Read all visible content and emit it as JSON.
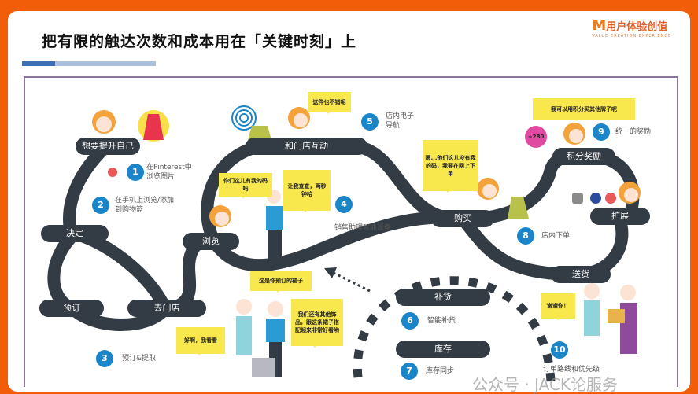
{
  "header": {
    "title": "把有限的触达次数和成本用在「关键时刻」上",
    "logo_mark": "M",
    "logo_text": "用户体验创值",
    "logo_sub": "VALUE CREATION EXPERIENCE"
  },
  "stages": {
    "improve": "想要提升自己",
    "interact": "和门店互动",
    "decide": "决定",
    "browse": "浏览",
    "reserve": "预订",
    "go_store": "去门店",
    "buy": "购买",
    "points": "积分奖励",
    "expand": "扩展",
    "deliver": "送货",
    "restock": "补货",
    "inventory": "库存"
  },
  "steps": [
    {
      "n": "1",
      "text": "在Pinterest中\n浏览图片"
    },
    {
      "n": "2",
      "text": "在手机上浏览/添加\n到购物篮"
    },
    {
      "n": "3",
      "text": "预订&提取"
    },
    {
      "n": "4",
      "text": "销售助理智能设备"
    },
    {
      "n": "5",
      "text": "店内电子\n导航"
    },
    {
      "n": "6",
      "text": "智能补货"
    },
    {
      "n": "7",
      "text": "库存同步"
    },
    {
      "n": "8",
      "text": "店内下单"
    },
    {
      "n": "9",
      "text": "统一的奖励"
    },
    {
      "n": "10",
      "text": "订单路线和优先级"
    }
  ],
  "bubbles": {
    "b1": "这件也不错呢",
    "b2": "你们这儿有我的码吗",
    "b3": "让我查查，两秒钟哈",
    "b4": "嗯...他们这儿没有我的码，我要在网上下单",
    "b5": "我可以用积分买其他牌子呢",
    "b6": "这是你预订的裙子",
    "b7": "我们还有其他饰品，跟这条裙子搭配起来非常好看哟",
    "b8": "好啊，我看看",
    "b9": "谢谢你！"
  },
  "points_badge": "+280",
  "watermark": "公众号 · JACK论服务",
  "colors": {
    "frame": "#f25d0a",
    "road": "#333b44",
    "step": "#1b85c9",
    "bubble": "#f8e74d"
  }
}
